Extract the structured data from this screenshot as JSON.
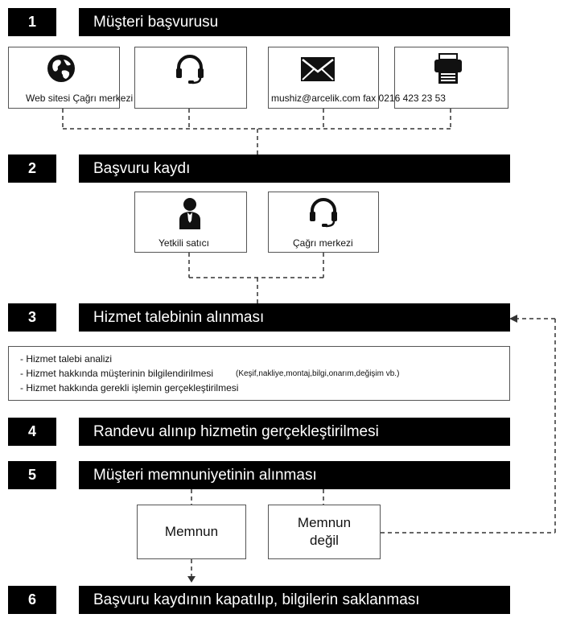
{
  "steps": [
    {
      "num": "1",
      "title": "Müşteri başvurusu"
    },
    {
      "num": "2",
      "title": "Başvuru kaydı"
    },
    {
      "num": "3",
      "title": "Hizmet talebinin alınması"
    },
    {
      "num": "4",
      "title": "Randevu alınıp hizmetin gerçekleştirilmesi"
    },
    {
      "num": "5",
      "title": "Müşteri memnuniyetinin alınması"
    },
    {
      "num": "6",
      "title": "Başvuru kaydının kapatılıp, bilgilerin saklanması"
    }
  ],
  "step1_channels": {
    "label_left": "Web sitesi Çağrı merkezi",
    "label_right": "mushiz@arcelik.com fax 0216 423 23 53",
    "icons": [
      "globe-icon",
      "headset-icon",
      "envelope-icon",
      "fax-icon"
    ]
  },
  "step2_channels": [
    {
      "label": "Yetkili satıcı",
      "icon": "person-icon"
    },
    {
      "label": "Çağrı merkezi",
      "icon": "headset-icon"
    }
  ],
  "step3_details": {
    "line1": "- Hizmet talebi analizi",
    "line2": "- Hizmet hakkında müşterinin bilgilendirilmesi",
    "line2_note": "(Keşif,nakliye,montaj,bilgi,onarım,değişim vb.)",
    "line3": "- Hizmet hakkında gerekli işlemin gerçekleştirilmesi"
  },
  "step5_outcomes": {
    "satisfied": "Memnun",
    "not_satisfied_line1": "Memnun",
    "not_satisfied_line2": "değil"
  },
  "colors": {
    "band": "#000000",
    "band_text": "#ffffff",
    "border": "#555555"
  }
}
